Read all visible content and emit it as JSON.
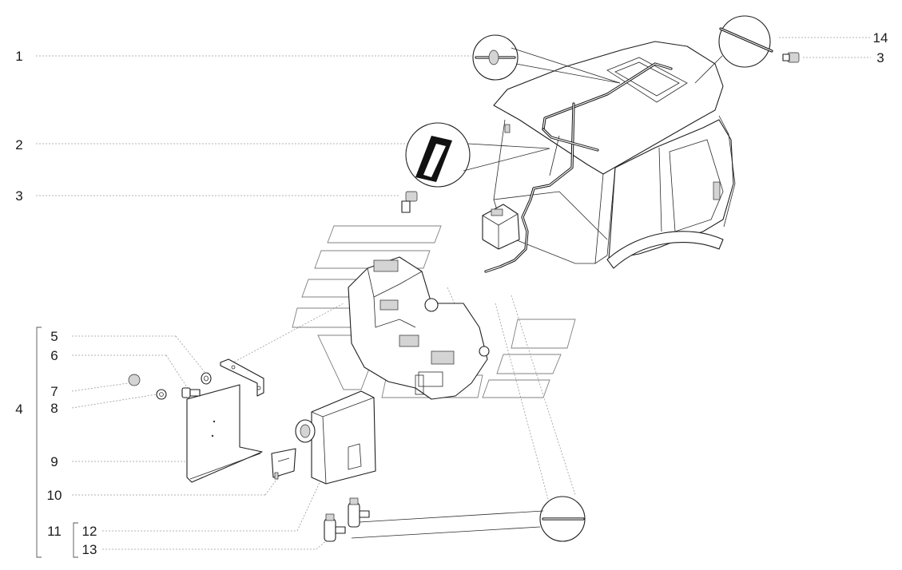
{
  "callouts": [
    {
      "id": "c1",
      "text": "1"
    },
    {
      "id": "c2",
      "text": "2"
    },
    {
      "id": "c3a",
      "text": "3"
    },
    {
      "id": "c3b",
      "text": "3"
    },
    {
      "id": "c14",
      "text": "14"
    },
    {
      "id": "c4",
      "text": "4"
    },
    {
      "id": "c5",
      "text": "5"
    },
    {
      "id": "c6",
      "text": "6"
    },
    {
      "id": "c7",
      "text": "7"
    },
    {
      "id": "c8",
      "text": "8"
    },
    {
      "id": "c9",
      "text": "9"
    },
    {
      "id": "c10",
      "text": "10"
    },
    {
      "id": "c11",
      "text": "11"
    },
    {
      "id": "c12",
      "text": "12"
    },
    {
      "id": "c13",
      "text": "13"
    }
  ]
}
